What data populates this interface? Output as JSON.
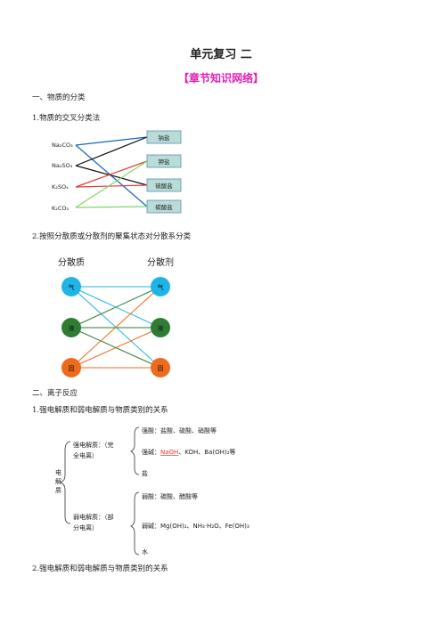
{
  "title": "单元复习 二",
  "subtitle": "【章节知识网络】",
  "section1": {
    "heading": "一、物质的分类",
    "item1": "1.物质的交叉分类法",
    "cross": {
      "left": [
        "Na₂CO₃",
        "Na₂SO₄",
        "K₂SO₄",
        "K₂CO₃"
      ],
      "right": [
        "钠盐",
        "钾盐",
        "硫酸盐",
        "碳酸盐"
      ],
      "colors": [
        "#1565c0",
        "#111111",
        "#e53935",
        "#7ed66a"
      ]
    },
    "item2": "2.按照分散质或分散剂的聚集状态对分散系分类",
    "disperse": {
      "left_title": "分散质",
      "right_title": "分散剂",
      "states": [
        "气",
        "液",
        "固"
      ],
      "state_colors": [
        "#1fb4e6",
        "#2e7d32",
        "#f06a1c"
      ]
    }
  },
  "section2": {
    "heading": "二、离子反应",
    "item1": "1.强电解质和弱电解质与物质类别的关系",
    "tree": {
      "root": [
        "电",
        "解",
        "质"
      ],
      "strong_label": [
        "强电解质：（完",
        "全电离）"
      ],
      "weak_label": [
        "弱电解质：（部",
        "分电离）"
      ],
      "strong": {
        "acid": "强酸：盐酸、硫酸、硝酸等",
        "base_prefix": "强碱：",
        "base_naoh": "NaOH",
        "base_rest": "、KOH、Ba(OH)₂等",
        "salt": "盐"
      },
      "weak": {
        "acid": "弱酸：碳酸、醋酸等",
        "base": "弱碱：Mg(OH)₂、NH₃·H₂O、Fe(OH)₃",
        "water": "水"
      }
    },
    "item2": "2.强电解质和弱电解质与物质类别的关系"
  }
}
